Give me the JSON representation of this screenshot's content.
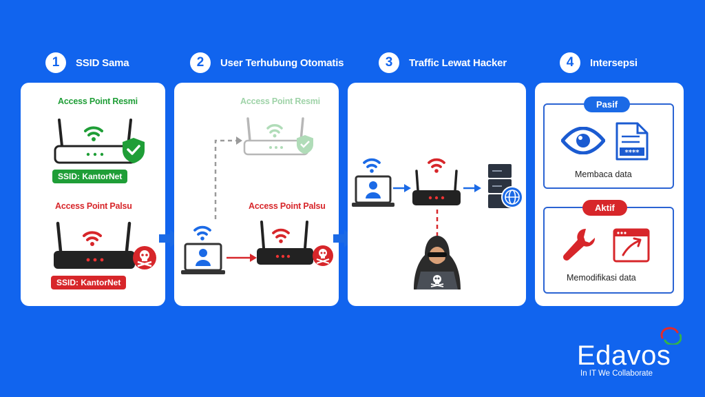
{
  "steps": [
    {
      "number": "1",
      "title": "SSID Sama"
    },
    {
      "number": "2",
      "title": "User Terhubung Otomatis"
    },
    {
      "number": "3",
      "title": "Traffic Lewat Hacker"
    },
    {
      "number": "4",
      "title": "Intersepsi"
    }
  ],
  "panel1": {
    "legit_label": "Access Point Resmi",
    "legit_ssid": "SSID: KantorNet",
    "fake_label": "Access Point Palsu",
    "fake_ssid": "SSID: KantorNet"
  },
  "panel2": {
    "legit_label": "Access Point Resmi",
    "fake_label": "Access Point Palsu"
  },
  "panel4": {
    "passive_label": "Pasif",
    "passive_caption": "Membaca data",
    "active_label": "Aktif",
    "active_caption": "Memodifikasi data"
  },
  "brand": {
    "name": "Edavos",
    "tagline": "In IT We Collaborate"
  },
  "colors": {
    "background": "#1164ee",
    "legit": "#1f9e37",
    "fake": "#d7262a",
    "accent": "#1b6ae6"
  }
}
